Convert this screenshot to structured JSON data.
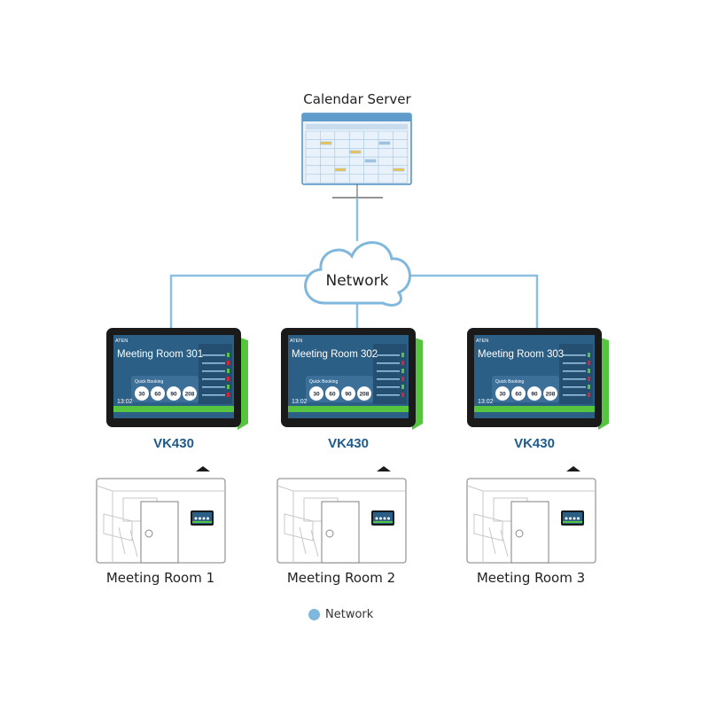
{
  "server": {
    "label": "Calendar Server"
  },
  "network": {
    "label": "Network"
  },
  "panels": [
    {
      "model": "VK430",
      "room_title": "Meeting Room 301",
      "brand": "ATEN",
      "time": "13:02",
      "quick_booking": "Quick Booking",
      "buttons": [
        "30",
        "60",
        "90",
        "208"
      ]
    },
    {
      "model": "VK430",
      "room_title": "Meeting Room 302",
      "brand": "ATEN",
      "time": "13:02",
      "quick_booking": "Quick Booking",
      "buttons": [
        "30",
        "60",
        "90",
        "208"
      ]
    },
    {
      "model": "VK430",
      "room_title": "Meeting Room 303",
      "brand": "ATEN",
      "time": "13:02",
      "quick_booking": "Quick Booking",
      "buttons": [
        "30",
        "60",
        "90",
        "208"
      ]
    }
  ],
  "rooms": [
    {
      "label": "Meeting Room 1"
    },
    {
      "label": "Meeting Room 2"
    },
    {
      "label": "Meeting Room 3"
    }
  ],
  "legend": {
    "label": "Network",
    "color": "#7fb8dc"
  },
  "colors": {
    "line": "#8cc0e0",
    "cloud": "#7fb8dc",
    "bezel": "#1a1a1a",
    "accent_green": "#55c43e",
    "model_text": "#1f5a8c"
  }
}
